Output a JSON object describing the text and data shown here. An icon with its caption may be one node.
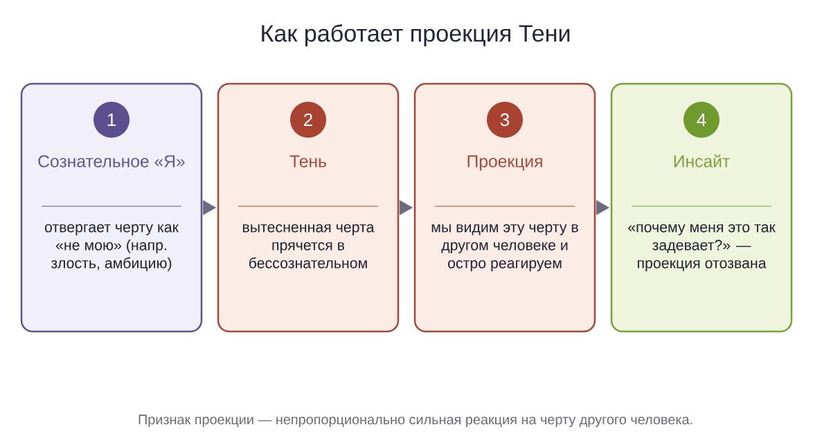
{
  "diagram": {
    "title": "Как работает проекция Тени",
    "nodes": [
      {
        "text": [
          "Сознательное «Я»",
          "отвергает черту как «не мою» (напр. злость, амбицию)"
        ]
      },
      {
        "text": [
          "1"
        ],
        "in": 0
      },
      {
        "text": [
          "Тень",
          "вытесненная черта прячется в бессознательном"
        ]
      },
      {
        "text": [
          "2"
        ],
        "in": 2
      },
      {
        "text": [
          "Проекция",
          "мы видим эту черту в другом человеке и остро реагируем"
        ]
      },
      {
        "text": [
          "3"
        ],
        "in": 4
      },
      {
        "text": [
          "Инсайт",
          "«почему меня это так задевает?» — проекция отозвана"
        ]
      },
      {
        "text": [
          "4"
        ],
        "in": 6
      }
    ],
    "edges": [
      {
        "from": 0,
        "to": 2,
        "arrow": "to"
      },
      {
        "from": 2,
        "to": 4,
        "arrow": "to"
      },
      {
        "from": 4,
        "to": 6,
        "arrow": "to"
      }
    ],
    "caption": "Признак проекции — непропорционально сильная реакция на черту другого человека."
  }
}
